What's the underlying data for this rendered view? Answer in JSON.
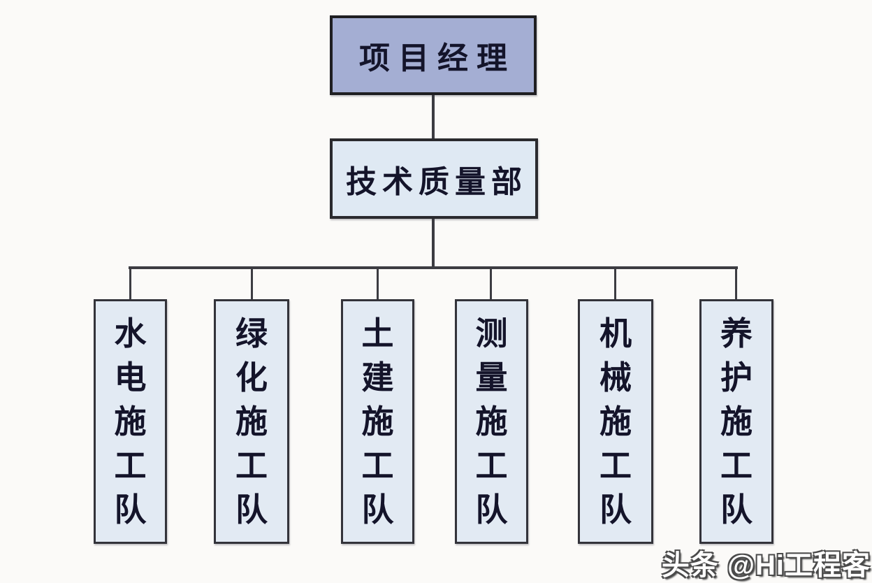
{
  "org_chart": {
    "type": "org-tree",
    "root": {
      "label": "项目经理"
    },
    "department": {
      "label": "技术质量部"
    },
    "teams": [
      {
        "label": "水电施工队"
      },
      {
        "label": "绿化施工队"
      },
      {
        "label": "土建施工队"
      },
      {
        "label": "测量施工队"
      },
      {
        "label": "机械施工队"
      },
      {
        "label": "养护施工队"
      }
    ]
  },
  "watermark": {
    "text": "头条 @Hi工程客"
  },
  "colors": {
    "background": "#fbfaf8",
    "root_node_fill": "#a4aed3",
    "dept_node_fill": "#dfe9f3",
    "team_node_fill": "#e2eaf3",
    "node_border": "#2a2a2e",
    "connector_line": "#3c3c42",
    "text": "#14142a",
    "watermark_text": "#ffffff",
    "watermark_outline": "#4a4a4a"
  }
}
